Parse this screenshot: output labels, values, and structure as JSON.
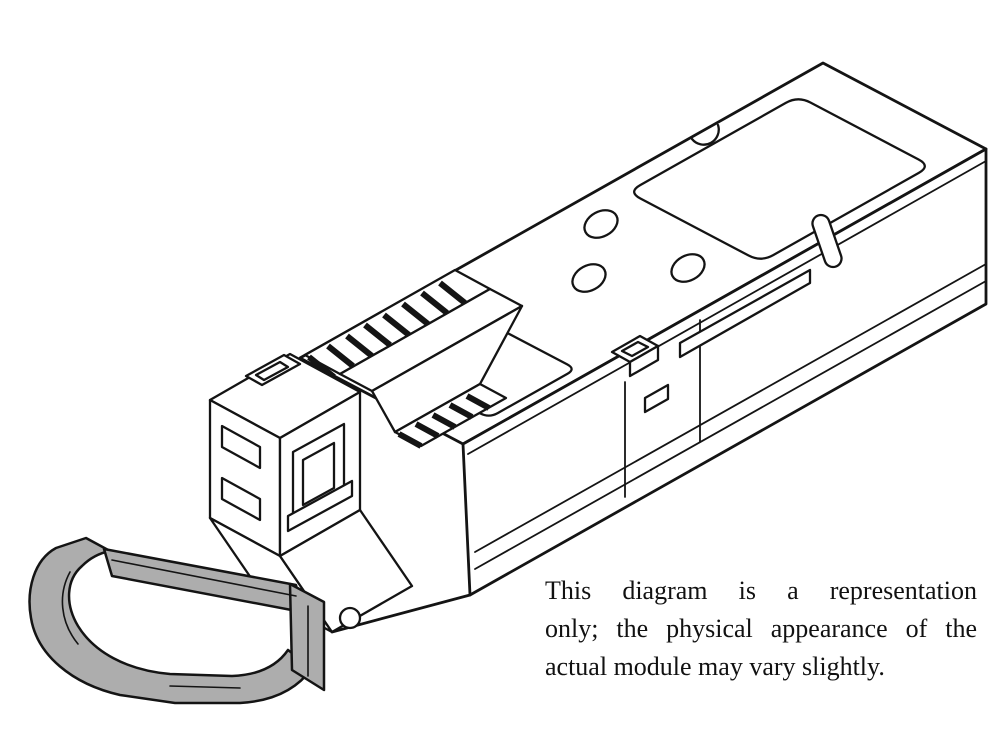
{
  "figure": {
    "type": "technical-line-drawing",
    "subject": "SFP optical transceiver module with bail latch, isometric line drawing",
    "colors": {
      "line": "#141414",
      "body_fill": "#ffffff",
      "latch_fill": "#adadad",
      "background": "#ffffff"
    }
  },
  "caption": {
    "lines": [
      "This diagram is a representation",
      "only; the physical appearance of the",
      "actual module may vary slightly."
    ]
  }
}
